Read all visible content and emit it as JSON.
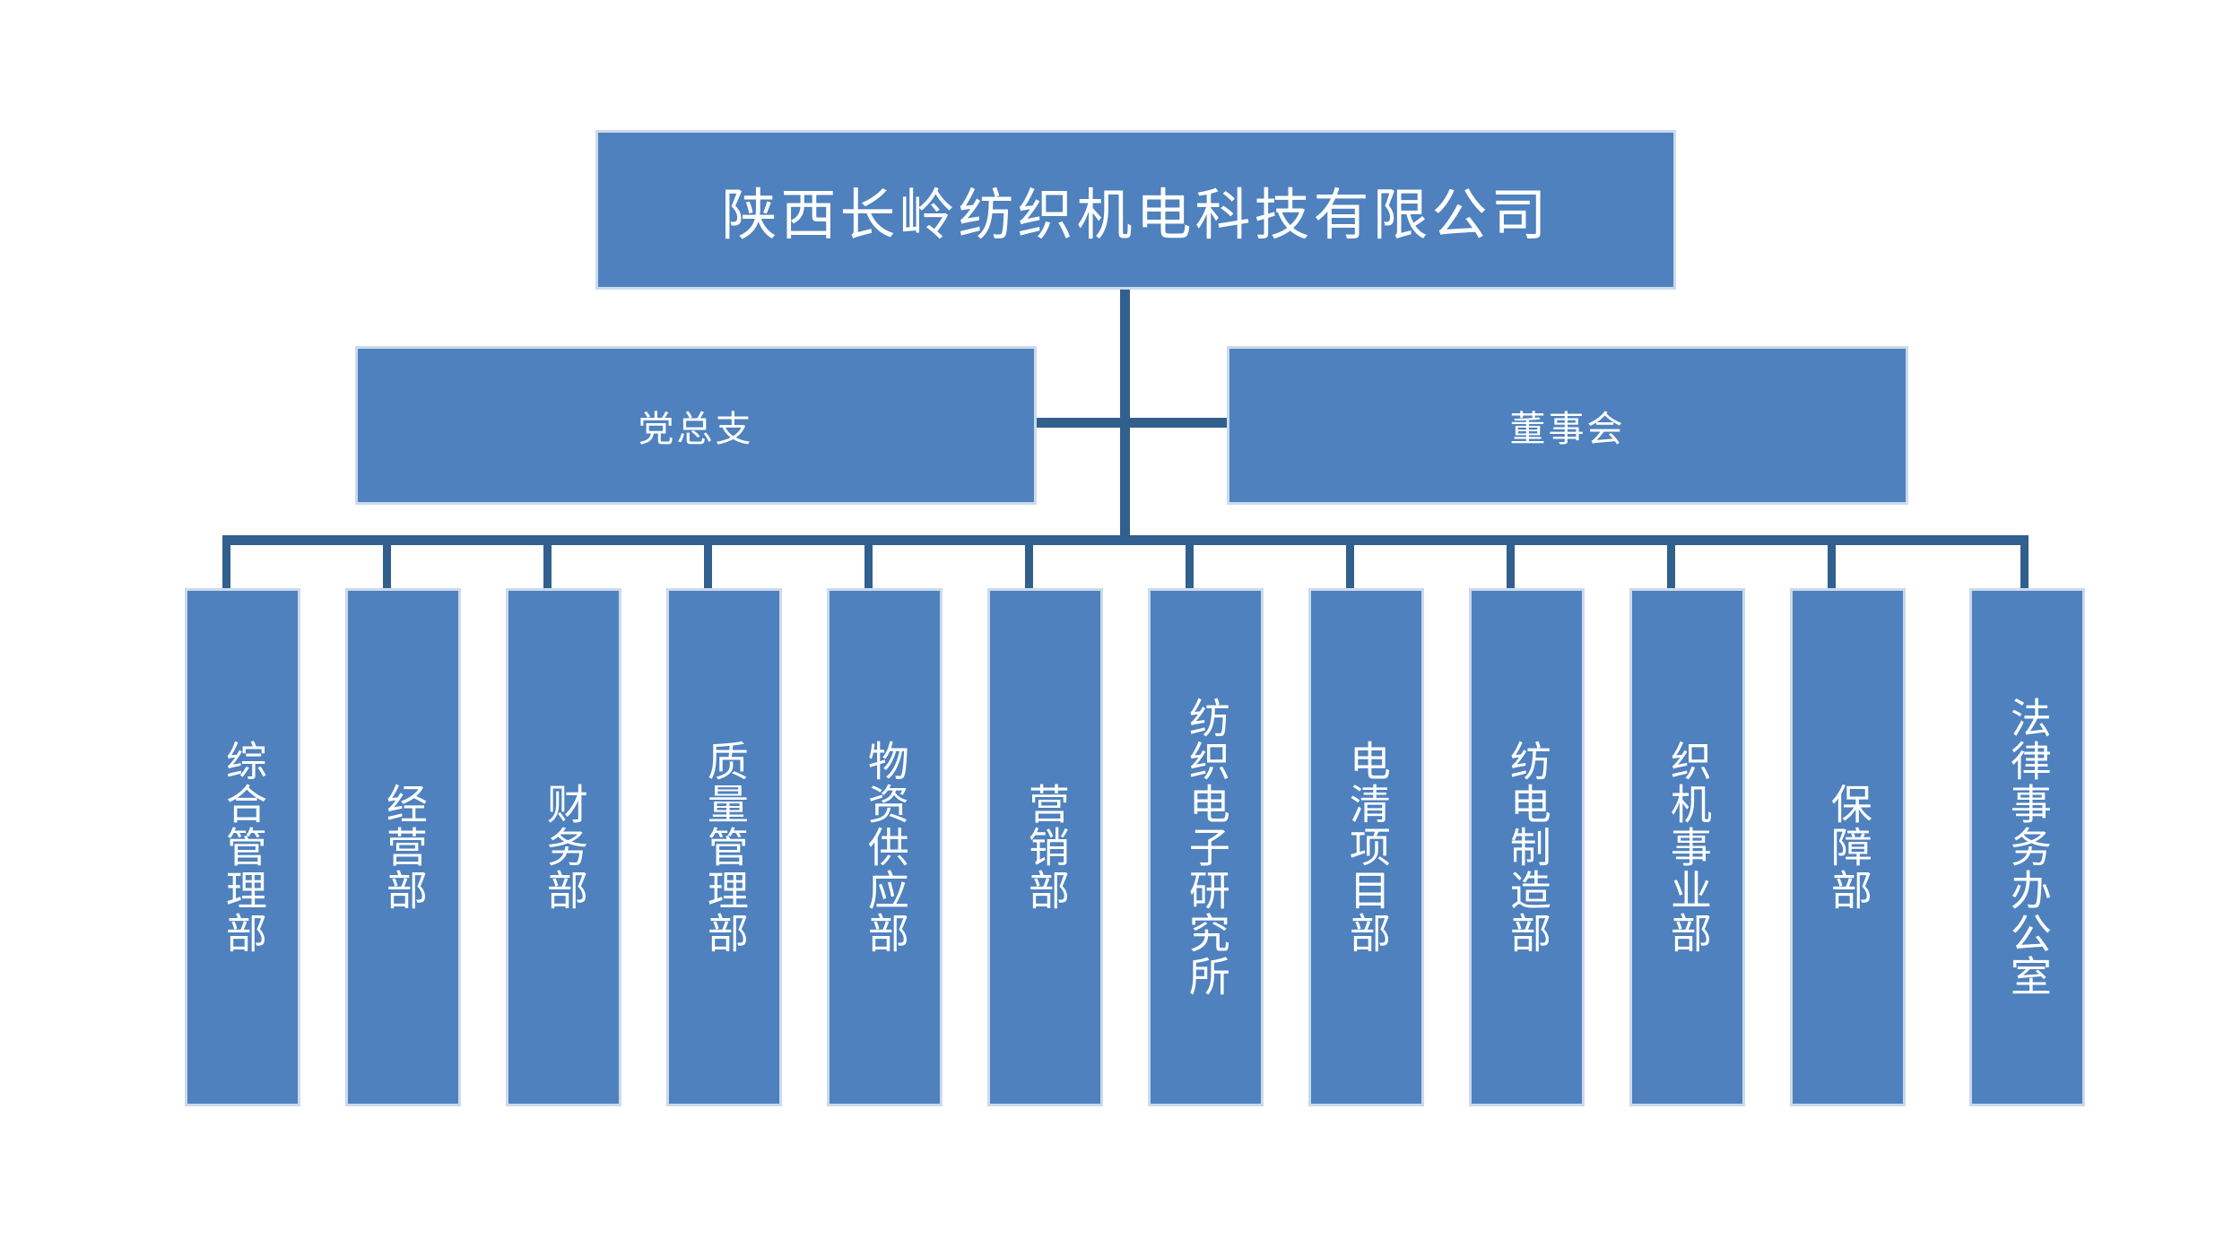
{
  "chart": {
    "type": "org-chart",
    "background_color": "#FFFFFF",
    "box_fill_color": "#4E81BE",
    "box_border_color": "#CBDAEC",
    "connector_color": "#31608E",
    "text_color": "#FFFFFF"
  },
  "root": {
    "label": "陕西长岭纺织机电科技有限公司"
  },
  "level2": {
    "left": {
      "label": "党总支"
    },
    "right": {
      "label": "董事会"
    }
  },
  "departments": [
    {
      "label": "综合管理部"
    },
    {
      "label": "经营部"
    },
    {
      "label": "财务部"
    },
    {
      "label": "质量管理部"
    },
    {
      "label": "物资供应部"
    },
    {
      "label": "营销部"
    },
    {
      "label": "纺织电子研究所"
    },
    {
      "label": "电清项目部"
    },
    {
      "label": "纺电制造部"
    },
    {
      "label": "织机事业部"
    },
    {
      "label": "保障部"
    },
    {
      "label": "法律事务办公室"
    }
  ]
}
